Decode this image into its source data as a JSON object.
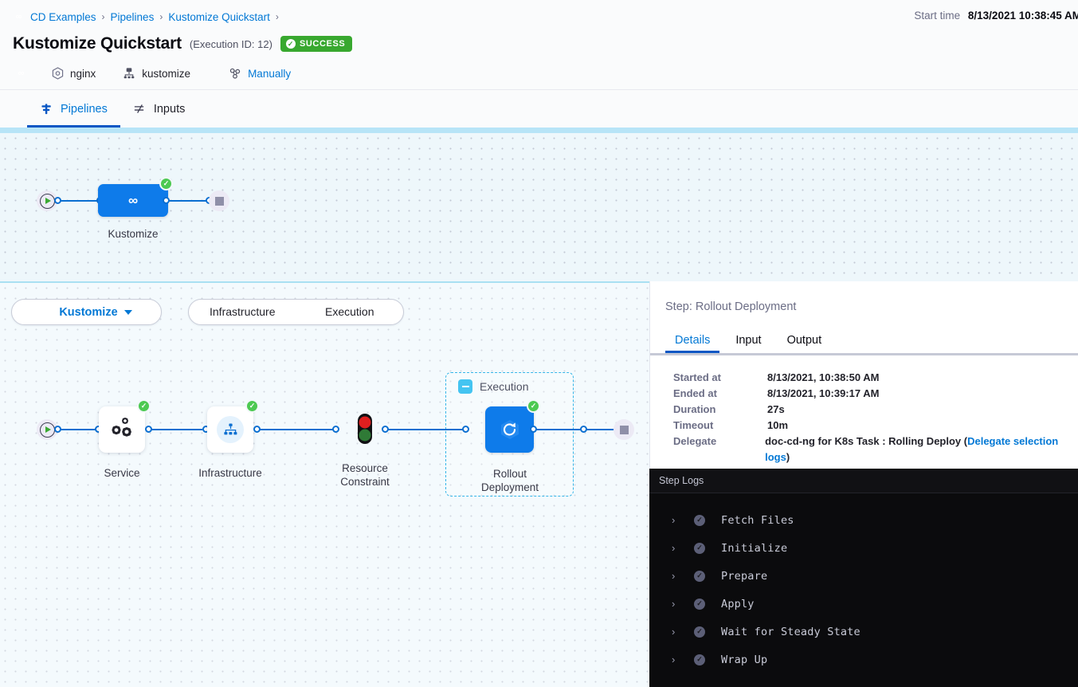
{
  "breadcrumb": {
    "logo_icon": "harness-logo-icon",
    "items": [
      {
        "label": "CD Examples"
      },
      {
        "label": "Pipelines"
      },
      {
        "label": "Kustomize Quickstart"
      }
    ],
    "separator": "›"
  },
  "header": {
    "title": "Kustomize Quickstart",
    "execution_id": "(Execution ID: 12)",
    "status_badge": "SUCCESS",
    "status_color": "#38a82f",
    "start_time_label": "Start time",
    "start_time_value": "8/13/2021 10:38:45 AM",
    "meta": {
      "service": "nginx",
      "service_icon": "hexagon-outline-icon",
      "deployment_type": "kustomize",
      "deployment_icon": "kubernetes-stack-icon",
      "trigger": "Manually",
      "trigger_icon": "trigger-icon",
      "logo_icon": "harness-logo-icon"
    }
  },
  "tabs": [
    {
      "label": "Pipelines",
      "icon": "pipeline-icon",
      "active": true
    },
    {
      "label": "Inputs",
      "icon": "inputs-icon",
      "active": false
    }
  ],
  "pipeline_graph": {
    "start_node_icon": "play-icon",
    "end_node_icon": "stop-icon",
    "stages": [
      {
        "label": "Kustomize",
        "icon": "harness-hexagon-icon",
        "status": "success"
      }
    ]
  },
  "toolbar": {
    "stage_selector": {
      "label": "Kustomize",
      "icon": "harness-hexagon-icon",
      "caret": "chevron-down-icon"
    },
    "segments": [
      {
        "label": "Infrastructure"
      },
      {
        "label": "Execution"
      }
    ]
  },
  "stage_graph": {
    "start_node_icon": "play-icon",
    "end_node_icon": "stop-icon",
    "group": {
      "label": "Execution",
      "collapse_icon": "minus-icon"
    },
    "nodes": [
      {
        "label": "Service",
        "icon": "service-gears-icon",
        "status": "success"
      },
      {
        "label": "Infrastructure",
        "icon": "infrastructure-hierarchy-icon",
        "status": "success"
      },
      {
        "label": "Resource Constraint",
        "icon": "traffic-light-icon",
        "status": "none"
      },
      {
        "label": "Rollout Deployment",
        "icon": "rollout-refresh-icon",
        "status": "success"
      }
    ]
  },
  "details_panel": {
    "title": "Step: Rollout Deployment",
    "tabs": [
      {
        "label": "Details",
        "active": true
      },
      {
        "label": "Input",
        "active": false
      },
      {
        "label": "Output",
        "active": false
      }
    ],
    "rows": [
      {
        "key": "Started at",
        "value": "8/13/2021, 10:38:50 AM"
      },
      {
        "key": "Ended at",
        "value": "8/13/2021, 10:39:17 AM"
      },
      {
        "key": "Duration",
        "value": "27s"
      },
      {
        "key": "Timeout",
        "value": "10m"
      }
    ],
    "delegate": {
      "key": "Delegate",
      "value_prefix": "doc-cd-ng for K8s Task : Rolling Deploy (",
      "link": "Delegate selection logs",
      "value_suffix": ")"
    }
  },
  "step_logs": {
    "header": "Step Logs",
    "entries": [
      {
        "name": "Fetch Files",
        "status": "success"
      },
      {
        "name": "Initialize",
        "status": "success"
      },
      {
        "name": "Prepare",
        "status": "success"
      },
      {
        "name": "Apply",
        "status": "success"
      },
      {
        "name": "Wait for Steady State",
        "status": "success"
      },
      {
        "name": "Wrap Up",
        "status": "success"
      }
    ],
    "chevron": "›",
    "check": "✓"
  }
}
